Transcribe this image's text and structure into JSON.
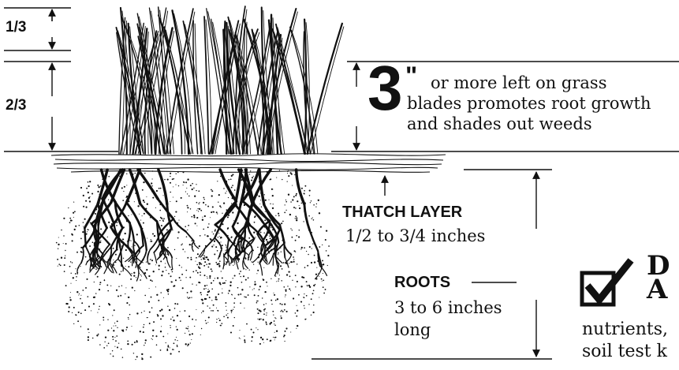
{
  "labels": {
    "one_third": "1/3",
    "two_thirds": "2/3",
    "height_big": "3",
    "height_mark": "\"",
    "height_line1": "or more left on grass",
    "height_line2": "blades promotes root growth",
    "height_line3": "and shades out weeds",
    "thatch_title": "THATCH LAYER",
    "thatch_value": "1/2 to 3/4 inches",
    "roots_title": "ROOTS",
    "roots_line1": "3 to 6 inches",
    "roots_line2": "long",
    "cut_heading_line1": "D",
    "cut_heading_line2": "A",
    "cut_body_line1": "nutrients,",
    "cut_body_line2": "soil test k"
  },
  "icons": {
    "checkbox": "checked-box-icon"
  },
  "colors": {
    "ink": "#111111",
    "background": "#ffffff"
  }
}
